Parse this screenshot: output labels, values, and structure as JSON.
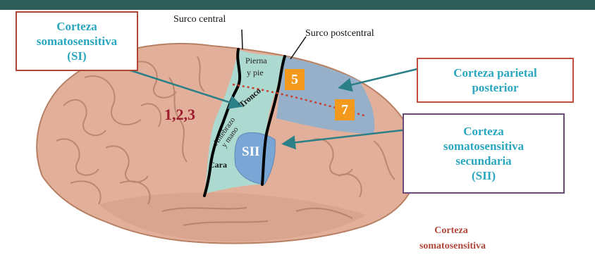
{
  "labels": {
    "sulcus_central": "Surco central",
    "sulcus_postcentral": "Surco postcentral",
    "area_123": "1,2,3",
    "leg_foot_line1": "Pierna",
    "leg_foot_line2": "y pie",
    "trunk": "Tronco",
    "forearm": "Antebrazo",
    "and_hand": "y mano",
    "face": "Cara",
    "sii": "SII",
    "area5": "5",
    "area7": "7",
    "bottom_line1": "Corteza",
    "bottom_line2": "somatosensitiva"
  },
  "callouts": {
    "si": [
      "Corteza",
      "somatosensitiva",
      "(SI)"
    ],
    "ppc": [
      "Corteza parietal",
      "posterior"
    ],
    "sii": [
      "Corteza",
      "somatosensitiva",
      "secundaria",
      "(SII)"
    ]
  },
  "colors": {
    "header_bar": "#2f5d5a",
    "callout_text": "#2aa7bf",
    "si_border": "#b0453a",
    "sii_border": "#6b4a7a",
    "somatosensory_strip": "#a9dcd3",
    "posterior_parietal": "#8fb0cf",
    "area_marker": "#f39a1e",
    "arrow": "#2b7f86"
  }
}
